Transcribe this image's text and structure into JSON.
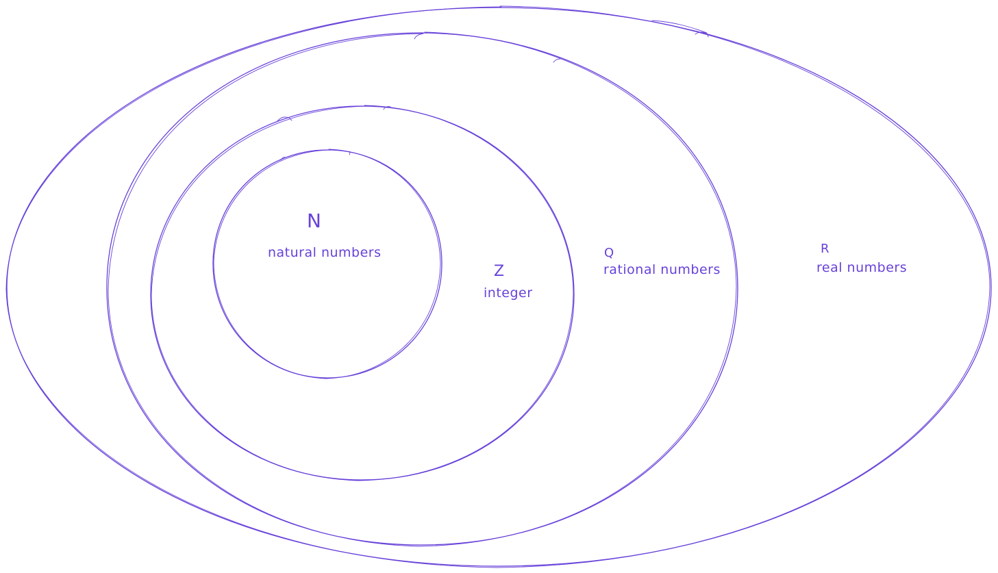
{
  "stroke_color": "#6741d9",
  "sets": [
    {
      "id": "natural",
      "symbol": "N",
      "name": "natural numbers"
    },
    {
      "id": "integer",
      "symbol": "Z",
      "name": "integer"
    },
    {
      "id": "rational",
      "symbol": "Q",
      "name": "rational numbers"
    },
    {
      "id": "real",
      "symbol": "R",
      "name": "real numbers"
    }
  ]
}
